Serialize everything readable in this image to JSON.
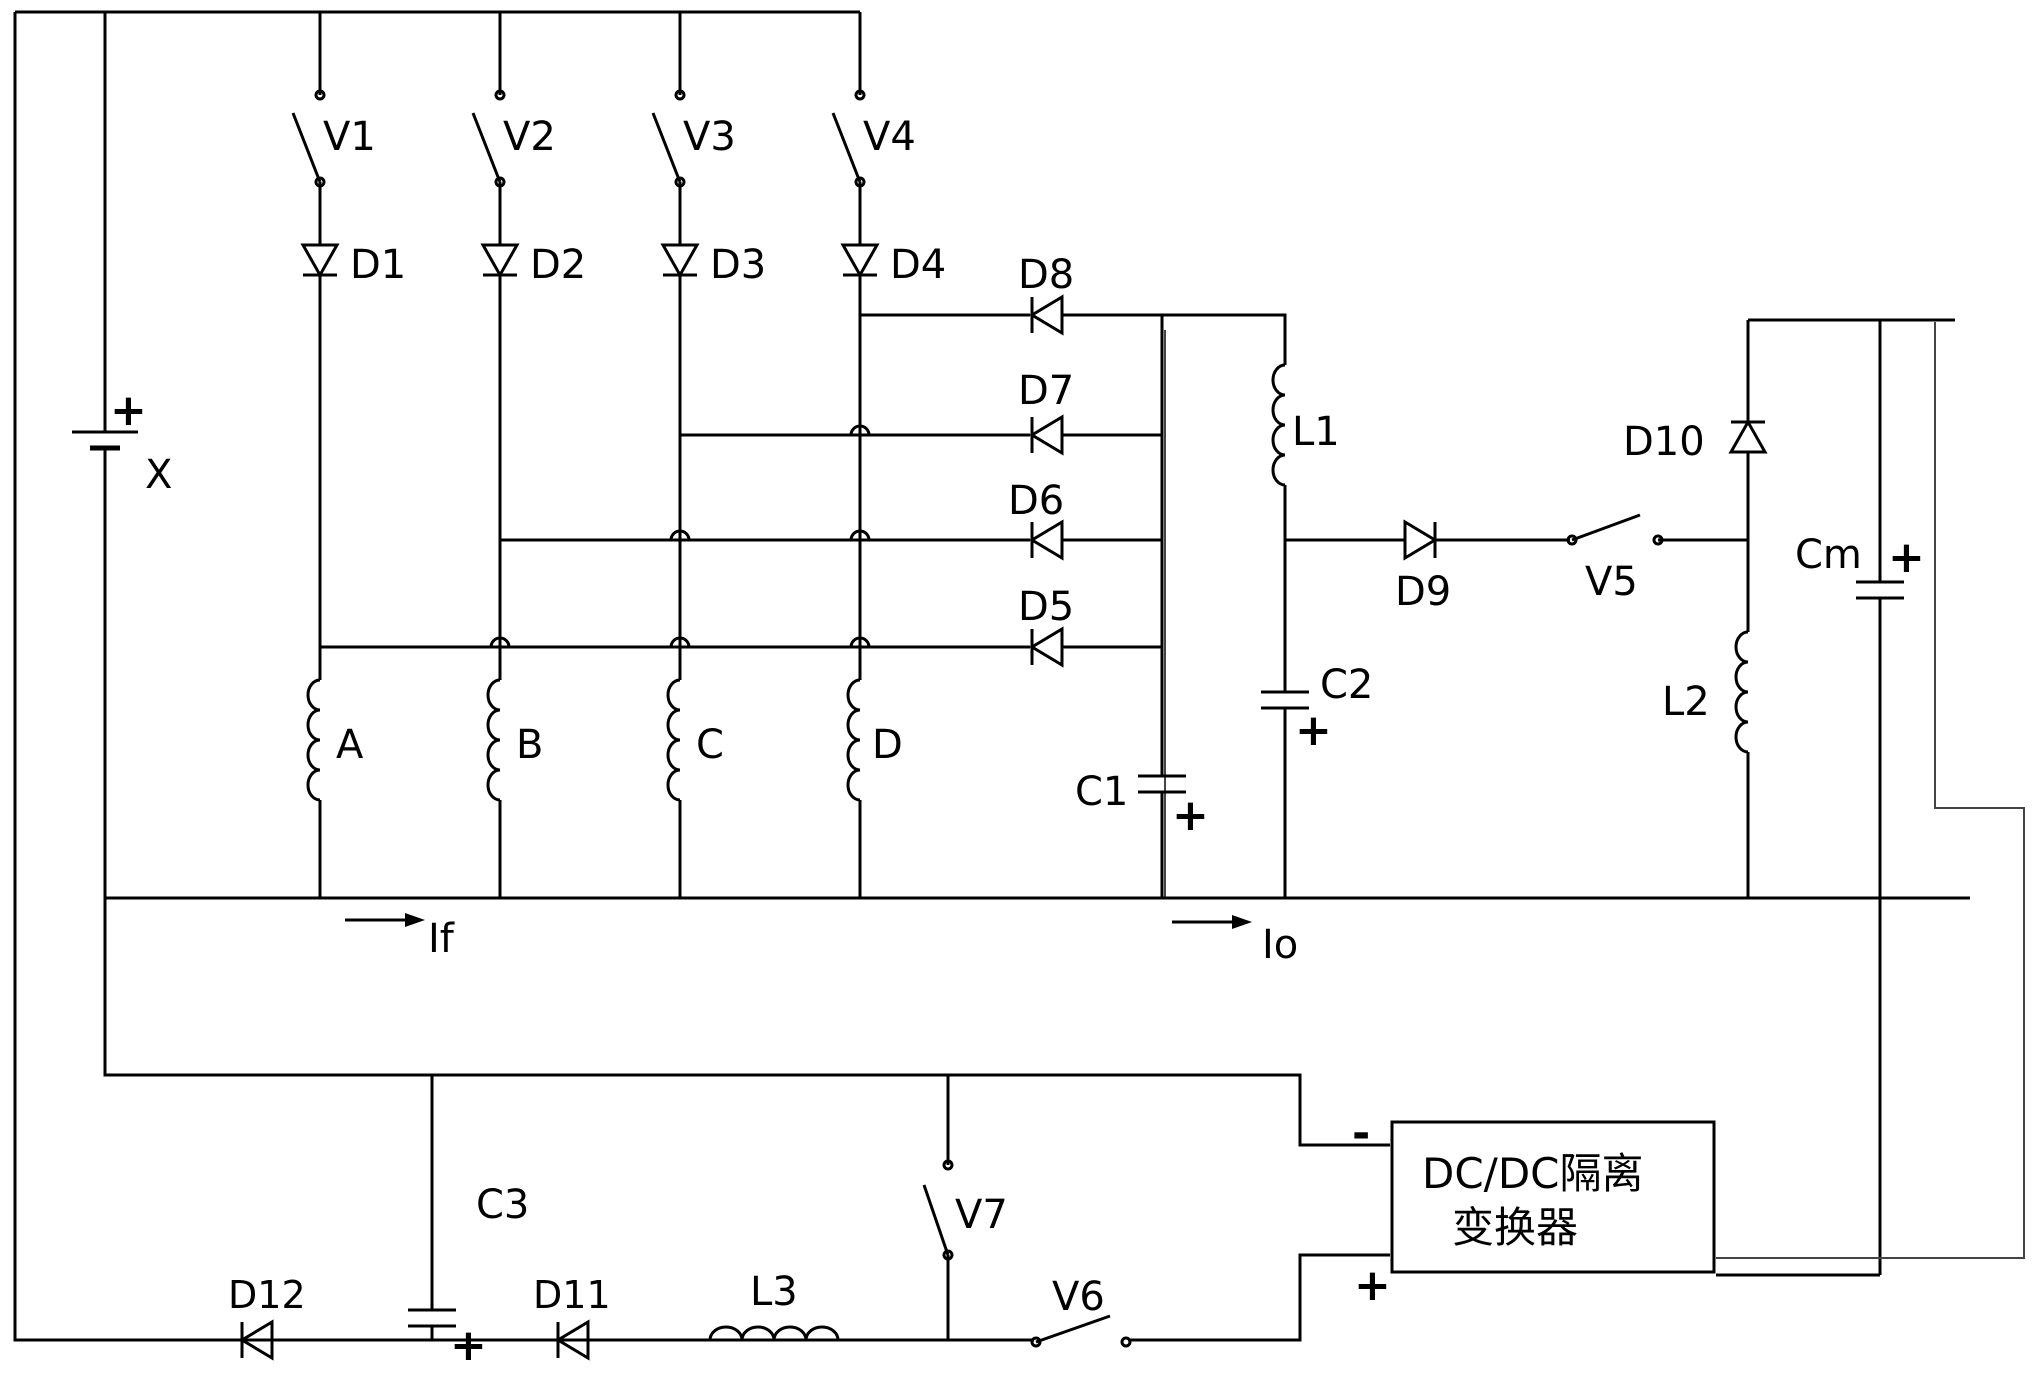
{
  "diagram": {
    "labels": {
      "V1": "V1",
      "V2": "V2",
      "V3": "V3",
      "V4": "V4",
      "V5": "V5",
      "V6": "V6",
      "V7": "V7",
      "D1": "D1",
      "D2": "D2",
      "D3": "D3",
      "D4": "D4",
      "D5": "D5",
      "D6": "D6",
      "D7": "D7",
      "D8": "D8",
      "D9": "D9",
      "D10": "D10",
      "D11": "D11",
      "D12": "D12",
      "A": "A",
      "B": "B",
      "C": "C",
      "D": "D",
      "L1": "L1",
      "L2": "L2",
      "L3": "L3",
      "C1": "C1",
      "C2": "C2",
      "C3": "C3",
      "Cm": "Cm",
      "X": "X",
      "If": "If",
      "Io": "Io"
    },
    "polarity": {
      "plus": "+",
      "minus": "-"
    },
    "converter": {
      "line1": "DC/DC隔离",
      "line2": "变换器"
    }
  }
}
